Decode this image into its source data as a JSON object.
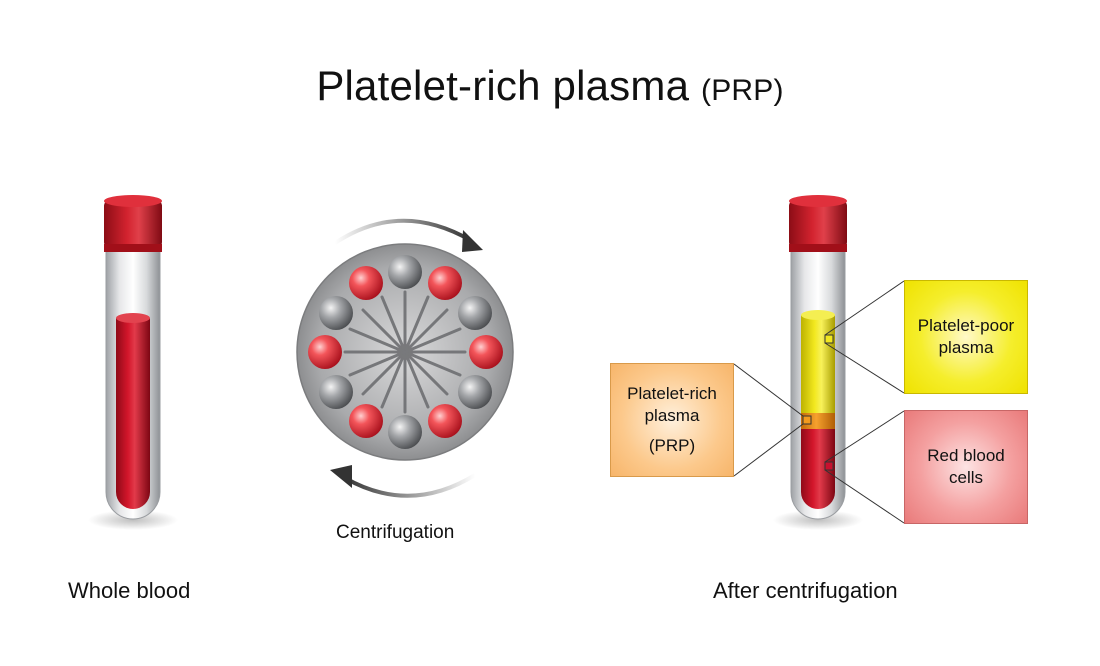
{
  "title": {
    "main": "Platelet-rich plasma",
    "abbr": "(PRP)"
  },
  "captions": {
    "whole_blood": "Whole blood",
    "centrifugation": "Centrifugation",
    "after": "After  centrifugation"
  },
  "labels": {
    "platelet_poor": [
      "Platelet-poor",
      "plasma"
    ],
    "platelet_rich": [
      "Platelet-rich",
      "plasma",
      "(PRP)"
    ],
    "red_cells": [
      "Red blood",
      "cells"
    ]
  },
  "colors": {
    "blood_red": "#c8102e",
    "cap_red": "#c11a26",
    "plasma_yellow": "#f0e51a",
    "prp_orange": "#f39a1e",
    "tube_gray": "#bfc2c6",
    "ball_gray": "#8a8c8f"
  },
  "icons": {
    "rotation_arrows": "curved-arrow-icon",
    "rotor": "centrifuge-rotor-icon"
  }
}
